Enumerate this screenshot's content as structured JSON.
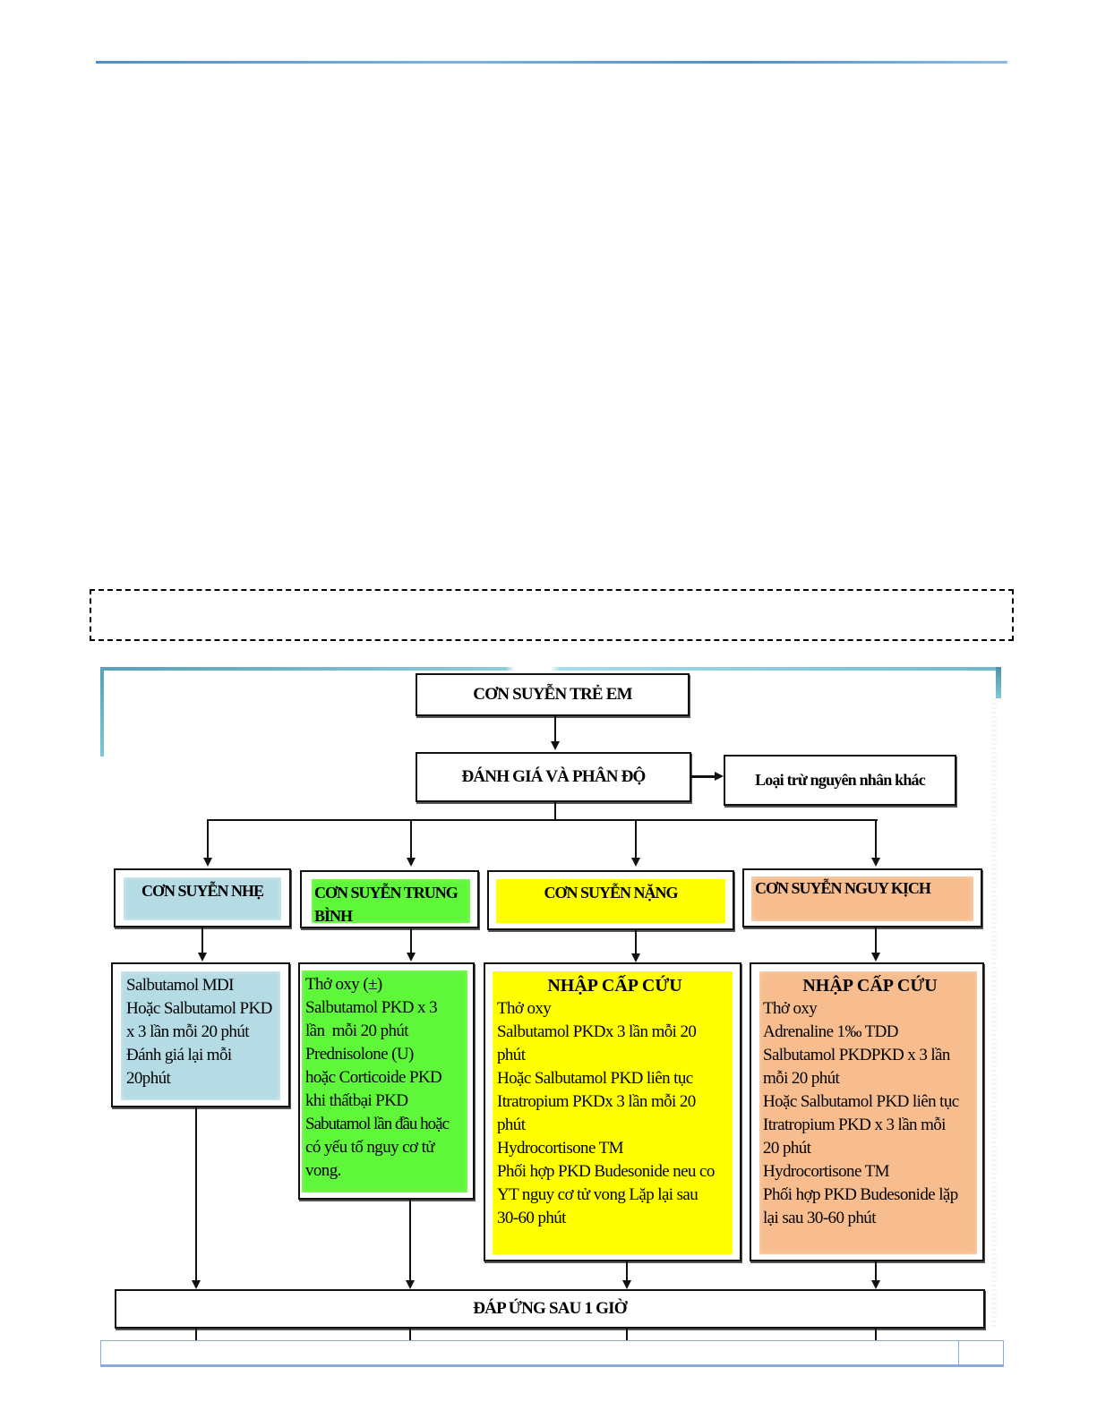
{
  "flowchart": {
    "root": "CƠN SUYỄN TRẺ EM",
    "assess": "ĐÁNH GIÁ VÀ PHÂN ĐỘ",
    "exclude": "Loại trừ nguyên nhân khác",
    "severities": [
      {
        "label": "CƠN SUYỄN NHẸ",
        "color": "#b5dbe4"
      },
      {
        "label": "CƠN SUYỄN TRUNG BÌNH",
        "color": "#5ef73a"
      },
      {
        "label": "CƠN SUYỄN NẶNG",
        "color": "#ffff00"
      },
      {
        "label": "CƠN SUYỄN NGUY KỊCH",
        "color": "#f7bd8e"
      }
    ],
    "treatments": [
      {
        "title": "",
        "lines": [
          "Salbutamol MDI",
          "Hoặc Salbutamol PKD",
          "x 3 lần mỗi 20 phút",
          "Đánh giá lại mỗi",
          "20phút"
        ]
      },
      {
        "title": "",
        "lines": [
          "Thở oxy (±)",
          "Salbutamol PKD x 3",
          "lần  mỗi 20 phút",
          "Prednisolone (U)",
          "hoặc Corticoide PKD",
          "khi thấtbại PKD",
          "Sabutamol lần đầu hoặc",
          "có yếu tố nguy cơ tử",
          "vong."
        ]
      },
      {
        "title": "NHẬP CẤP CỨU",
        "lines": [
          "Thở oxy",
          "Salbutamol PKDx 3 lần mỗi 20",
          "phút",
          "Hoặc Salbutamol PKD liên tục",
          "Itratropium PKDx 3 lần mỗi 20",
          "phút",
          "Hydrocortisone TM",
          "Phối hợp PKD Budesonide neu co",
          "YT nguy cơ tử vong Lặp lại sau",
          "30-60 phút"
        ]
      },
      {
        "title": "NHẬP CẤP CỨU",
        "lines": [
          "Thở oxy",
          "Adrenaline 1‰ TDD",
          "Salbutamol PKDPKD x 3 lần",
          "mỗi 20 phút",
          "Hoặc Salbutamol PKD liên tục",
          "Itratropium PKD x 3 lần mỗi",
          "20 phút",
          "Hydrocortisone TM",
          "Phối hợp PKD Budesonide lặp",
          "lại sau 30-60 phút"
        ]
      }
    ],
    "response": "ĐÁP ỨNG SAU 1 GIỜ"
  }
}
